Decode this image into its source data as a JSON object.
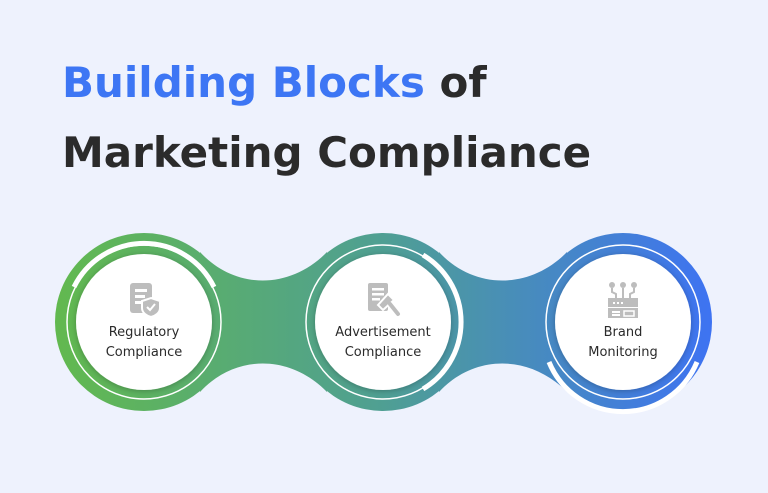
{
  "title": {
    "highlight": "Building Blocks",
    "rest_line1": " of",
    "line2": "Marketing Compliance"
  },
  "colors": {
    "background": "#eef2fd",
    "accent": "#3d76f4",
    "text": "#2b2b2b",
    "gradient_start": "#62b94f",
    "gradient_mid": "#4f9f93",
    "gradient_end": "#3e73f2",
    "icon": "#bdbdbd"
  },
  "nodes": [
    {
      "label_line1": "Regulatory",
      "label_line2": "Compliance",
      "icon": "document-shield-icon"
    },
    {
      "label_line1": "Advertisement",
      "label_line2": "Compliance",
      "icon": "document-megaphone-icon"
    },
    {
      "label_line1": "Brand",
      "label_line2": "Monitoring",
      "icon": "network-server-icon"
    }
  ]
}
